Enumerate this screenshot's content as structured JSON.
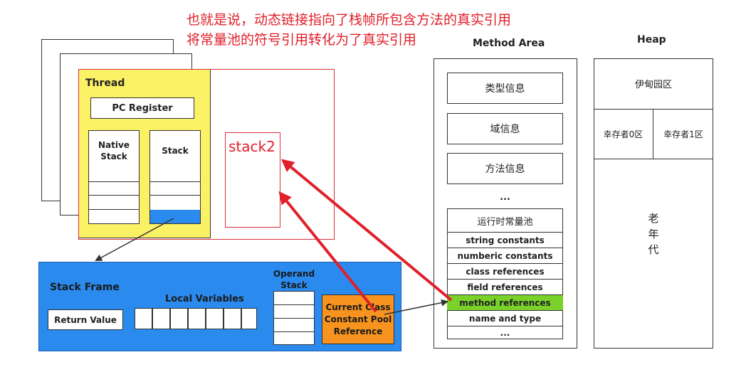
{
  "annotation": {
    "line1": "也就是说，动态链接指向了栈帧所包含方法的真实引用",
    "line2": "将常量池的符号引用转化为了真实引用"
  },
  "thread": {
    "title": "Thread",
    "pc_register": "PC Register",
    "native_stack_line1": "Native",
    "native_stack_line2": "Stack",
    "stack": "Stack"
  },
  "stack2": {
    "label": "stack2"
  },
  "stack_frame": {
    "title": "Stack Frame",
    "return_value": "Return Value",
    "local_variables": "Local Variables",
    "operand_stack_line1": "Operand",
    "operand_stack_line2": "Stack",
    "ccp_line1": "Current Class",
    "ccp_line2": "Constant Pool",
    "ccp_line3": "Reference"
  },
  "method_area": {
    "title": "Method Area",
    "items": [
      "类型信息",
      "域信息",
      "方法信息"
    ],
    "ellipsis": "...",
    "pool_title": "运行时常量池",
    "pool_rows": [
      "string constants",
      "numberic constants",
      "class references",
      "field references",
      "method references",
      "name and type",
      "..."
    ]
  },
  "heap": {
    "title": "Heap",
    "eden": "伊甸园区",
    "survivor0": "幸存者0区",
    "survivor1": "幸存者1区",
    "old_line1": "老",
    "old_line2": "年",
    "old_line3": "代"
  },
  "colors": {
    "thread_bg": "#fbf165",
    "frame_bg": "#2a8aee",
    "ccp_bg": "#f7931e",
    "highlight": "#79d12a",
    "annotation": "#e0202a"
  }
}
